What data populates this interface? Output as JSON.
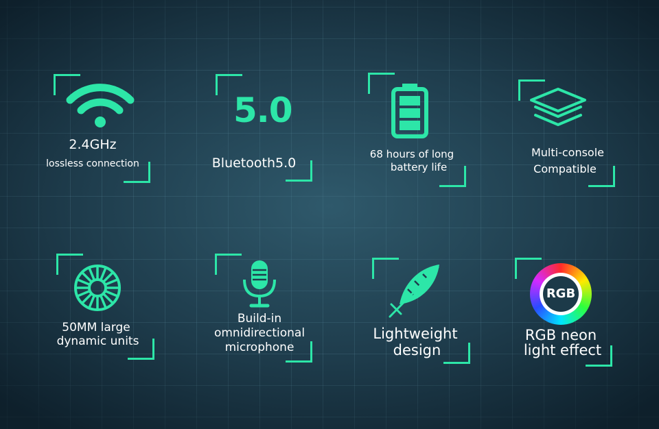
{
  "colors": {
    "accent": "#2de6a8",
    "text": "#ffffff",
    "background": "#1f3d4d"
  },
  "features": [
    {
      "icon": "wifi-icon",
      "title": "2.4GHz",
      "subtitle": "lossless connection"
    },
    {
      "icon": "bluetooth-version",
      "number": "5.0",
      "label": "Bluetooth5.0"
    },
    {
      "icon": "battery-icon",
      "line1": "68 hours of long",
      "line2": "battery life"
    },
    {
      "icon": "layers-icon",
      "line1": "Multi-console",
      "line2": "Compatible"
    },
    {
      "icon": "speaker-driver-icon",
      "line1": "50MM large",
      "line2": "dynamic units"
    },
    {
      "icon": "microphone-icon",
      "line1": "Build-in",
      "line2": "omnidirectional",
      "line3": "microphone"
    },
    {
      "icon": "feather-icon",
      "line1": "Lightweight",
      "line2": "design"
    },
    {
      "icon": "rgb-ring-icon",
      "badge": "RGB",
      "line1": "RGB neon",
      "line2": "light effect"
    }
  ]
}
